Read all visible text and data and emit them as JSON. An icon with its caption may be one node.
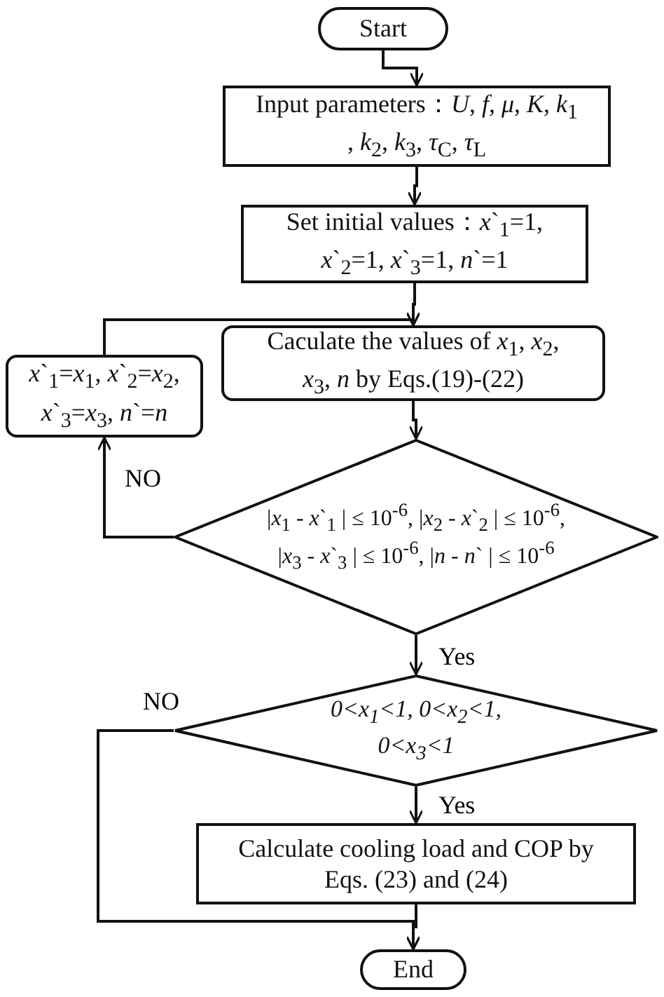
{
  "diagram": {
    "nodes": [
      {
        "text": [
          "Start"
        ]
      },
      {
        "text": [
          "Input parameters：*U*, *f*, *μ*, *K*, *k*$_{1}$ , *k*$_{2}$, *k*$_{3}$, *τ*$_{C}$, *τ*$_{L}$"
        ]
      },
      {
        "text": [
          "Set initial values：*x*`$_{1}$=1, *x*`$_{2}$=1, *x*`$_{3}$=1, *n*`=1"
        ]
      },
      {
        "text": [
          "Caculate the values of *x*$_{1}$, *x*$_{2}$, *x*$_{3}$, *n* by Eqs.(19)-(22)"
        ]
      },
      {
        "text": [
          "*x*`$_{1}$=*x*$_{1}$, *x*`$_{2}$=*x*$_{2}$, *x*`$_{3}$=*x*$_{3}$, *n*`=*n*"
        ]
      },
      {
        "text": [
          "|*x*$_{1}$ - *x*`$_{1}$ | ≤ 10$^{-6}$, |*x*$_{2}$ - *x*`$_{2}$ | ≤ 10$^{-6}$, |*x*$_{3}$ - *x*`$_{3}$ | ≤ 10$^{-6}$, |*n* - *n*` | ≤ 10$^{-6}$"
        ]
      },
      {
        "text": [
          "0<x$_{1}$<1, 0<x$_{2}$<1,  0<x$_{3}$<1"
        ]
      },
      {
        "text": [
          "Calculate cooling load and COP by Eqs. (23) and (24)"
        ]
      },
      {
        "text": [
          "End"
        ]
      }
    ],
    "edges": [
      {
        "from": 0,
        "to": 1,
        "arrow": "to"
      },
      {
        "from": 1,
        "to": 2,
        "arrow": "to"
      },
      {
        "from": 2,
        "to": 3,
        "arrow": "to"
      },
      {
        "from": 3,
        "to": 5,
        "arrow": "to"
      },
      {
        "from": 5,
        "to": 4,
        "arrow": "to",
        "label": "NO"
      },
      {
        "from": 4,
        "to": 3,
        "arrow": "to"
      },
      {
        "from": 5,
        "to": 6,
        "arrow": "to",
        "label": "Yes"
      },
      {
        "from": 6,
        "to": 7,
        "arrow": "to",
        "label": "Yes"
      },
      {
        "from": 6,
        "to": 8,
        "arrow": "to",
        "label": "NO"
      },
      {
        "from": 7,
        "to": 8,
        "arrow": "to"
      }
    ]
  }
}
